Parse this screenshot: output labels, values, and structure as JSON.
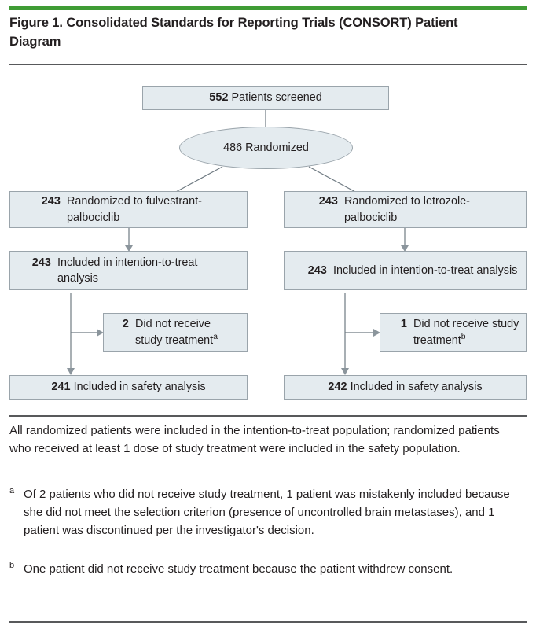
{
  "figure": {
    "title": "Figure 1. Consolidated Standards for Reporting Trials (CONSORT) Patient Diagram",
    "accent_green": "#3f9c35",
    "rule_color": "#58595b",
    "box_fill": "#e4ebef",
    "box_border": "#9aa4ab"
  },
  "diagram": {
    "screened": {
      "count": "552",
      "label": "Patients screened"
    },
    "randomized": {
      "count": "486",
      "label": "Randomized"
    },
    "arms": [
      {
        "assignment": {
          "count": "243",
          "label": "Randomized to fulvestrant-palbociclib"
        },
        "itt": {
          "count": "243",
          "label": "Included in intention-to-treat analysis"
        },
        "excluded": {
          "count": "2",
          "label": "Did not receive study treatment",
          "footnote": "a"
        },
        "safety": {
          "count": "241",
          "label": "Included in safety analysis"
        }
      },
      {
        "assignment": {
          "count": "243",
          "label": "Randomized to letrozole-palbociclib"
        },
        "itt": {
          "count": "243",
          "label": "Included in intention-to-treat analysis"
        },
        "excluded": {
          "count": "1",
          "label": "Did not receive study treatment",
          "footnote": "b"
        },
        "safety": {
          "count": "242",
          "label": "Included in safety analysis"
        }
      }
    ]
  },
  "notes": {
    "general": "All randomized patients were included in the intention-to-treat population; randomized patients who received at least 1 dose of study treatment were included in the safety population.",
    "footnote_a_marker": "a",
    "footnote_a": "Of 2 patients who did not receive study treatment, 1 patient was mistakenly included because she did not meet the selection criterion (presence of uncontrolled brain metastases), and 1 patient was discontinued per the investigator's decision.",
    "footnote_b_marker": "b",
    "footnote_b": "One patient did not receive study treatment because the patient withdrew consent."
  }
}
